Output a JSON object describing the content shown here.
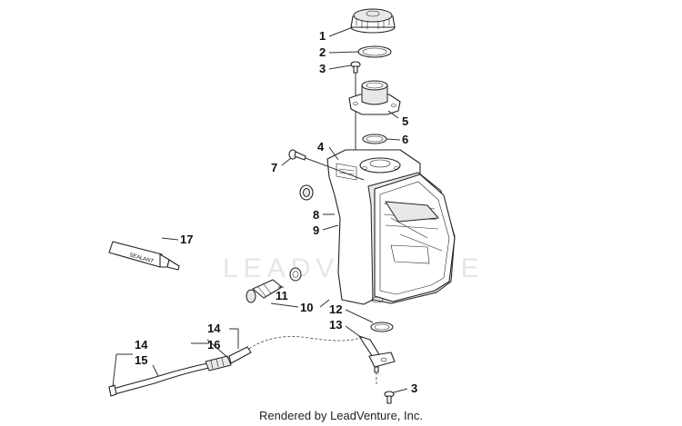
{
  "diagram": {
    "watermark": "LEADVENTURE",
    "tube_label": "SEALANT",
    "footer": "Rendered by LeadVenture, Inc.",
    "callouts": {
      "c1": "1",
      "c2": "2",
      "c3a": "3",
      "c3b": "3",
      "c4": "4",
      "c5": "5",
      "c6": "6",
      "c7": "7",
      "c8": "8",
      "c9": "9",
      "c10": "10",
      "c11": "11",
      "c12": "12",
      "c13": "13",
      "c14a": "14",
      "c14b": "14",
      "c15": "15",
      "c16": "16",
      "c17": "17"
    }
  }
}
